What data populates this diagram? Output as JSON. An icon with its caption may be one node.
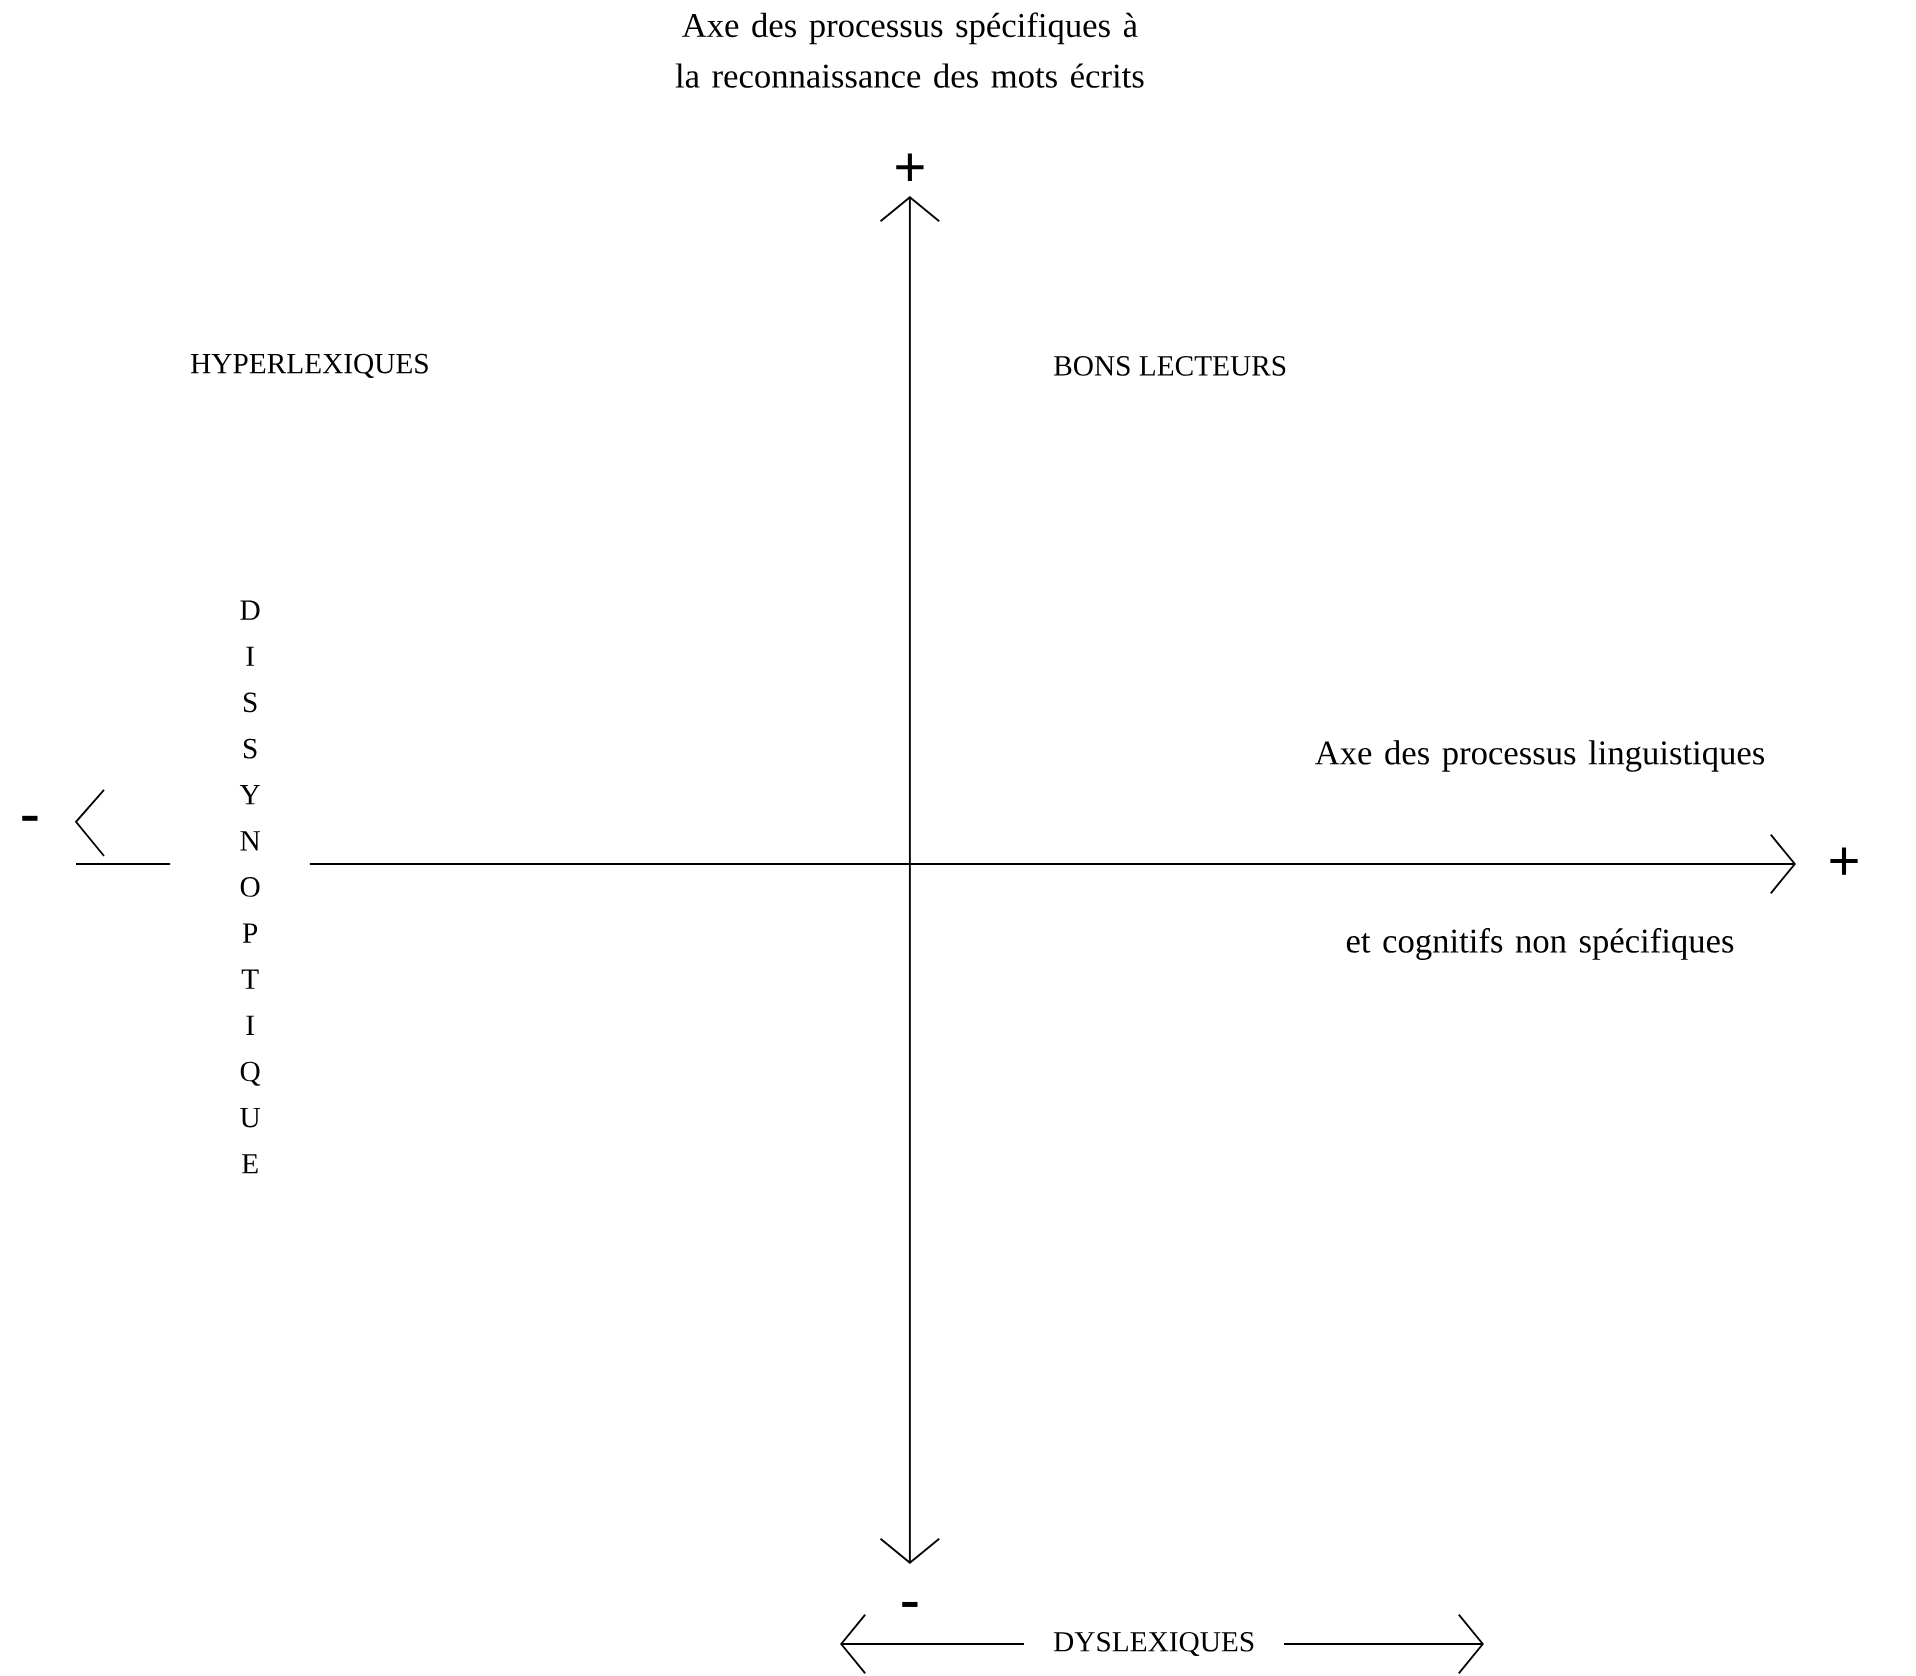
{
  "diagram": {
    "labels": [
      "Axe des processus spécifiques à la reconnaissance des mots écrits",
      "+",
      "HYPERLEXIQUES",
      "BONS LECTEURS",
      "DISSYNOPTIQUE",
      "Axe des processus linguistiques",
      "-",
      "+",
      "et cognitifs non spécifiques",
      "-",
      "DYSLEXIQUES"
    ]
  }
}
